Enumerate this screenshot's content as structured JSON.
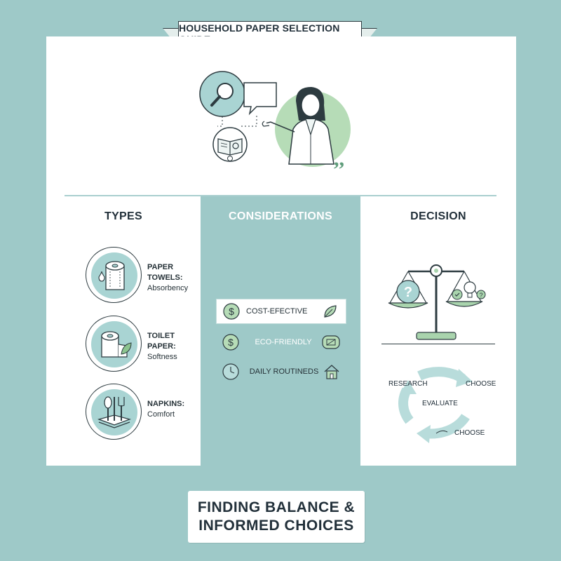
{
  "banner": {
    "title": "HOUSEHOLD PAPER SELECTION GUIDE"
  },
  "columns": {
    "types": {
      "title": "TYPES",
      "items": [
        {
          "name": "PAPER TOWELS:",
          "quality": "Absorbency",
          "icon": "paper-towel-roll-icon"
        },
        {
          "name": "TOILET PAPER:",
          "quality": "Softness",
          "icon": "toilet-paper-icon"
        },
        {
          "name": "NAPKINS:",
          "quality": "Comfort",
          "icon": "napkins-utensils-icon"
        }
      ]
    },
    "considerations": {
      "title": "CONSIDERATIONS",
      "items": [
        {
          "label": "COST-EFECTIVE",
          "icon_left": "dollar-icon",
          "icon_right": "leaf-icon"
        },
        {
          "label": "ECO-FRIENDLY",
          "icon_left": "dollar-icon",
          "icon_right": "recycle-card-icon"
        },
        {
          "label": "DAILY ROUTINEDS",
          "icon_left": "clock-icon",
          "icon_right": "house-icon"
        }
      ]
    },
    "decision": {
      "title": "DECISION",
      "cycle": {
        "research": "RESEARCH",
        "choose_top": "CHOOSE",
        "evaluate": "EVALUATE",
        "choose_bottom": "CHOOSE"
      }
    }
  },
  "footer": {
    "line1": "FINDING BALANCE &",
    "line2": "INFORMED CHOICES"
  },
  "colors": {
    "teal_bg": "#9ec9c8",
    "green_accent": "#a9d4ad",
    "light_teal": "#b8dcdb",
    "ink": "#2d3b40"
  }
}
